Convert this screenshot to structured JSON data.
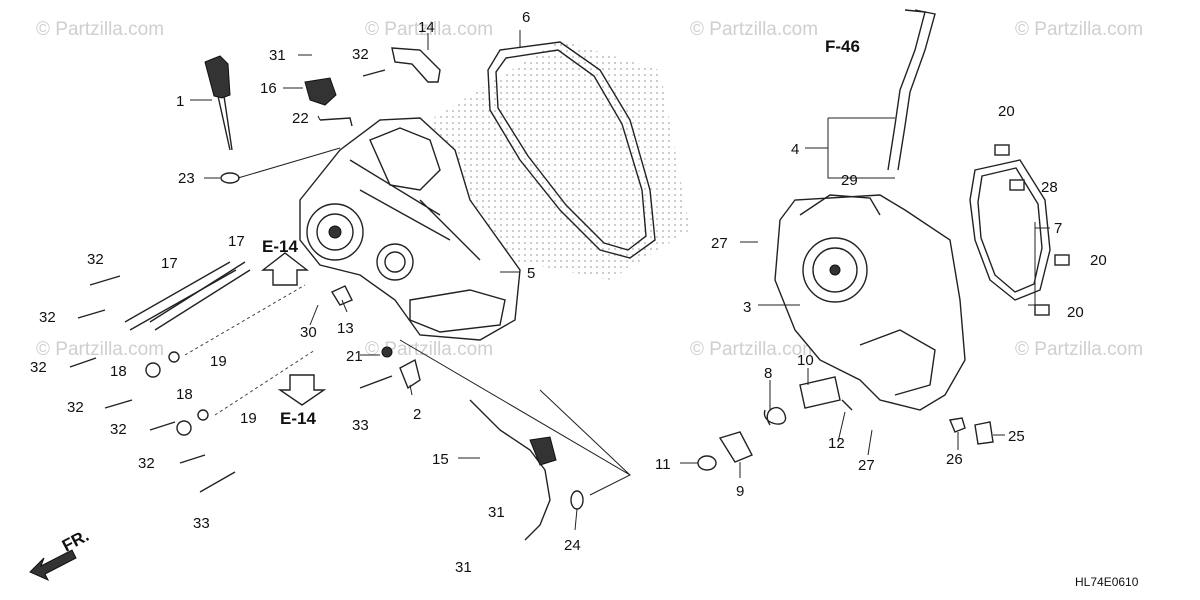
{
  "diagram": {
    "watermark": "© Partzilla.com",
    "diagram_code": "HL74E0610",
    "front_marker": "FR.",
    "refs": {
      "f46": "F-46",
      "e14_top": "E-14",
      "e14_bottom": "E-14"
    },
    "callouts": {
      "p1": "1",
      "p2": "2",
      "p3": "3",
      "p4": "4",
      "p5": "5",
      "p6": "6",
      "p7": "7",
      "p8": "8",
      "p9": "9",
      "p10": "10",
      "p11": "11",
      "p12": "12",
      "p13": "13",
      "p14": "14",
      "p15": "15",
      "p16": "16",
      "p17a": "17",
      "p17b": "17",
      "p18a": "18",
      "p18b": "18",
      "p19a": "19",
      "p19b": "19",
      "p20a": "20",
      "p20b": "20",
      "p20c": "20",
      "p21": "21",
      "p22": "22",
      "p23": "23",
      "p24": "24",
      "p25": "25",
      "p26": "26",
      "p27a": "27",
      "p27b": "27",
      "p28": "28",
      "p29": "29",
      "p30": "30",
      "p31a": "31",
      "p31b": "31",
      "p31c": "31",
      "p32a": "32",
      "p32b": "32",
      "p32c": "32",
      "p32d": "32",
      "p32e": "32",
      "p32f": "32",
      "p32g": "32",
      "p33a": "33",
      "p33b": "33"
    }
  }
}
